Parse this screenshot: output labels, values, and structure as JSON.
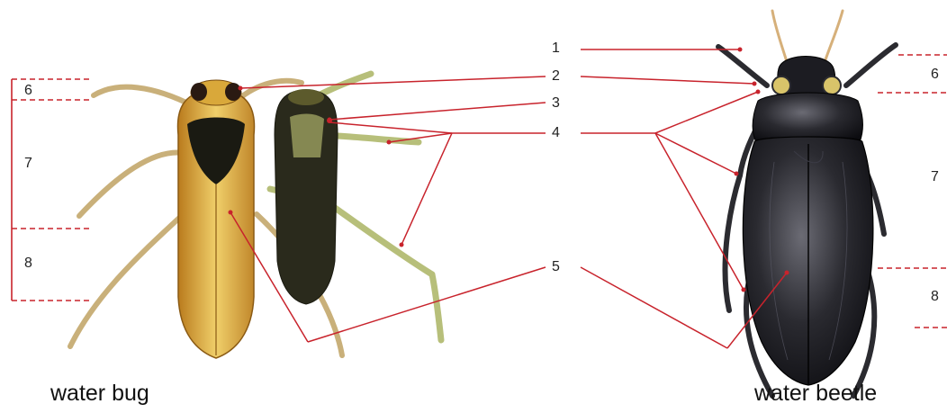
{
  "figure": {
    "captions": {
      "left": "water bug",
      "right": "water beetle"
    },
    "numbers": {
      "n1": "1",
      "n2": "2",
      "n3": "3",
      "n4": "4",
      "n5": "5"
    },
    "segment_labels": {
      "bug_6": "6",
      "bug_7": "7",
      "bug_8": "8",
      "beetle_6": "6",
      "beetle_7": "7",
      "beetle_8": "8"
    },
    "colors": {
      "leader_line": "#c8232c",
      "bug_body": "#d9a83a",
      "bug_underside": "#2a2a1c",
      "beetle_body": "#1c1c22",
      "leg_green": "#b7bf7a"
    }
  }
}
